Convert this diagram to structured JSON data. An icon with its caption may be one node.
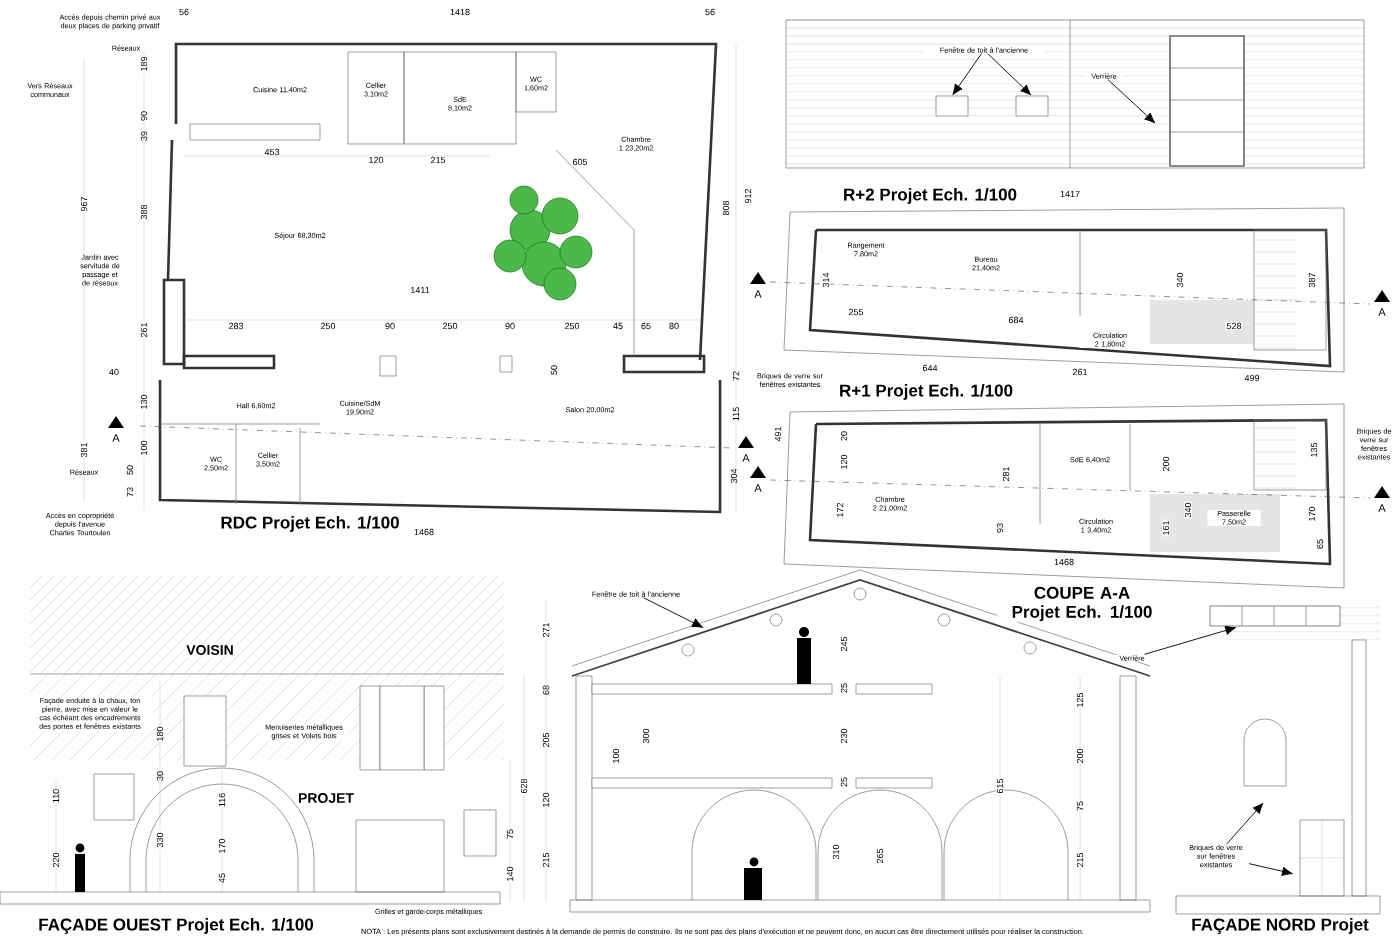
{
  "diagram": {
    "nodes": [
      {
        "text": [
          "Fenêtre de toit à l'ancienne"
        ]
      },
      {
        "text": [
          "Verrière"
        ]
      },
      {
        "text": [
          "Fenêtre de toit à l'ancienne"
        ]
      },
      {
        "text": [
          "Verrière"
        ]
      },
      {
        "text": [
          "Briques de verre sur fenêtres existantes"
        ]
      },
      {
        "text": [],
        "shape": "box"
      }
    ],
    "edges": [
      {
        "from": 0,
        "to": null,
        "arrow": "to"
      },
      {
        "from": 0,
        "to": null,
        "arrow": "to"
      },
      {
        "from": 1,
        "to": null,
        "arrow": "to"
      },
      {
        "from": 2,
        "to": null,
        "arrow": "to"
      },
      {
        "from": 3,
        "to": 5,
        "arrow": "to"
      },
      {
        "from": 4,
        "to": null,
        "arrow": "to"
      },
      {
        "from": 4,
        "to": null,
        "arrow": "to"
      }
    ],
    "labels": [
      "Accès depuis chemin privé aux deux places de parking privatif",
      "56",
      "1418",
      "56",
      "Réseaux",
      "Vers Réseaux communaux",
      "189",
      "Cuisine 11,40m2",
      "Cellier 3,10m2",
      "SdE 8,10m2",
      "WC 1,60m2",
      "Chambre 1 23,20m2",
      "90",
      "39",
      "453",
      "120",
      "215",
      "605",
      "967",
      "388",
      "912",
      "808",
      "Séjour 68,30m2",
      "Jardin avec servitude de passage et de réseaux",
      "1411",
      "283",
      "250",
      "90",
      "250",
      "90",
      "250",
      "45",
      "65",
      "80",
      "261",
      "40",
      "50",
      "72",
      "Briques de verre sur fenêtres existantes",
      "130",
      "Hall 6,60m2",
      "Cuisine/SdM 19,90m2",
      "Salon 20,00m2",
      "115",
      "A",
      "A",
      "381",
      "100",
      "WC 2,50m2",
      "Cellier 3,50m2",
      "Réseaux",
      "50",
      "73",
      "Accès en copropriété depuis l'avenue Charles Tourtoulen",
      "RDC Projet Ech. 1/100",
      "1468",
      "R+2 Projet Ech. 1/100",
      "1417",
      "Rangement 7,80m2",
      "Bureau 21,40m2",
      "314",
      "A",
      "A",
      "340",
      "387",
      "255",
      "684",
      "Circulation 2 1,80m2",
      "528",
      "644",
      "261",
      "499",
      "R+1 Projet Ech. 1/100",
      "Briques de verre sur fenêtres existantes",
      "491",
      "20",
      "120",
      "304",
      "281",
      "SdE 6,40m2",
      "200",
      "135",
      "A",
      "A",
      "172",
      "Chambre 2 21,00m2",
      "340",
      "170",
      "Circulation 1 3,40m2",
      "161",
      "Passerelle 7,50m2",
      "93",
      "65",
      "1468",
      "VOISIN",
      "Façade enduite à la chaux, ton pierre, avec mise en valeur le cas échéant des encadrements des portes et fenêtres existants",
      "180",
      "Menuiseries métalliques grises et Volets bois",
      "30",
      "110",
      "116",
      "PROJET",
      "330",
      "170",
      "220",
      "45",
      "Grilles et garde-corps métalliques",
      "FAÇADE OUEST Projet Ech. 1/100",
      "NOTA : Les présents plans sont exclusivement destinés à la demande de permis de construire. Ils ne sont pas des plans d'exécution et ne peuvent donc, en aucun cas être directement utilisés pour réaliser la construction.",
      "COUPE A-A Projet Ech. 1/100",
      "271",
      "245",
      "68",
      "25",
      "205",
      "300",
      "230",
      "100",
      "628",
      "120",
      "25",
      "75",
      "215",
      "310",
      "265",
      "140",
      "125",
      "615",
      "200",
      "75",
      "215",
      "FAÇADE NORD Projet"
    ]
  }
}
